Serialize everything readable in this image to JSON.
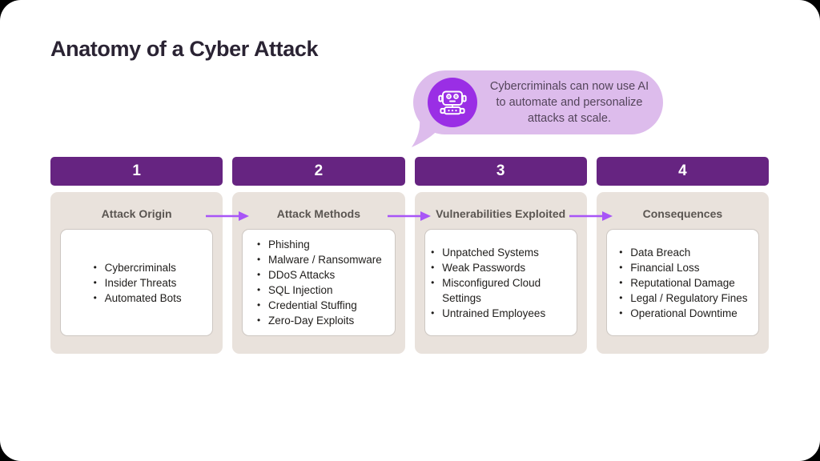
{
  "page": {
    "title": "Anatomy of a Cyber Attack"
  },
  "callout": {
    "text": "Cybercriminals can now use AI to automate and personalize attacks at scale.",
    "icon": "robot-icon",
    "bubble_color": "#ddbcec",
    "icon_circle_color": "#9a2ee5",
    "text_color": "#53445a"
  },
  "colors": {
    "step_bar_purple": "#662481",
    "arrow_purple": "#a855f7",
    "card_background": "#e9e2dc",
    "card_title_gray": "#5a5551",
    "title_dark": "#2a2333",
    "page_background": "#ffffff"
  },
  "steps": [
    {
      "number": "1",
      "title": "Attack Origin",
      "items": [
        "Cybercriminals",
        "Insider Threats",
        "Automated Bots"
      ]
    },
    {
      "number": "2",
      "title": "Attack Methods",
      "items": [
        "Phishing",
        "Malware / Ransomware",
        "DDoS Attacks",
        "SQL Injection",
        "Credential Stuffing",
        "Zero-Day Exploits"
      ]
    },
    {
      "number": "3",
      "title": "Vulnerabilities Exploited",
      "items": [
        "Unpatched Systems",
        "Weak Passwords",
        "Misconfigured Cloud Settings",
        "Untrained Employees"
      ]
    },
    {
      "number": "4",
      "title": "Consequences",
      "items": [
        "Data Breach",
        "Financial Loss",
        "Reputational Damage",
        "Legal / Regulatory Fines",
        "Operational Downtime"
      ]
    }
  ]
}
